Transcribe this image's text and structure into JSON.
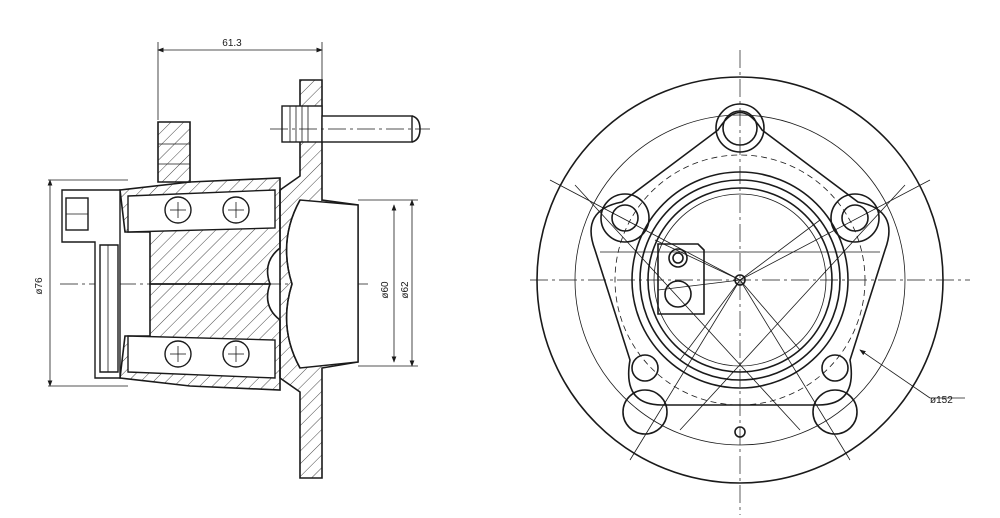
{
  "dimensions": {
    "flange_offset": "61.3",
    "outer_diameter": "ø76",
    "pilot_diameter_inner": "ø60",
    "pilot_diameter_outer": "ø62",
    "flange_diameter": "ø152"
  },
  "colors": {
    "line": "#1a1a1a",
    "background": "#ffffff"
  }
}
